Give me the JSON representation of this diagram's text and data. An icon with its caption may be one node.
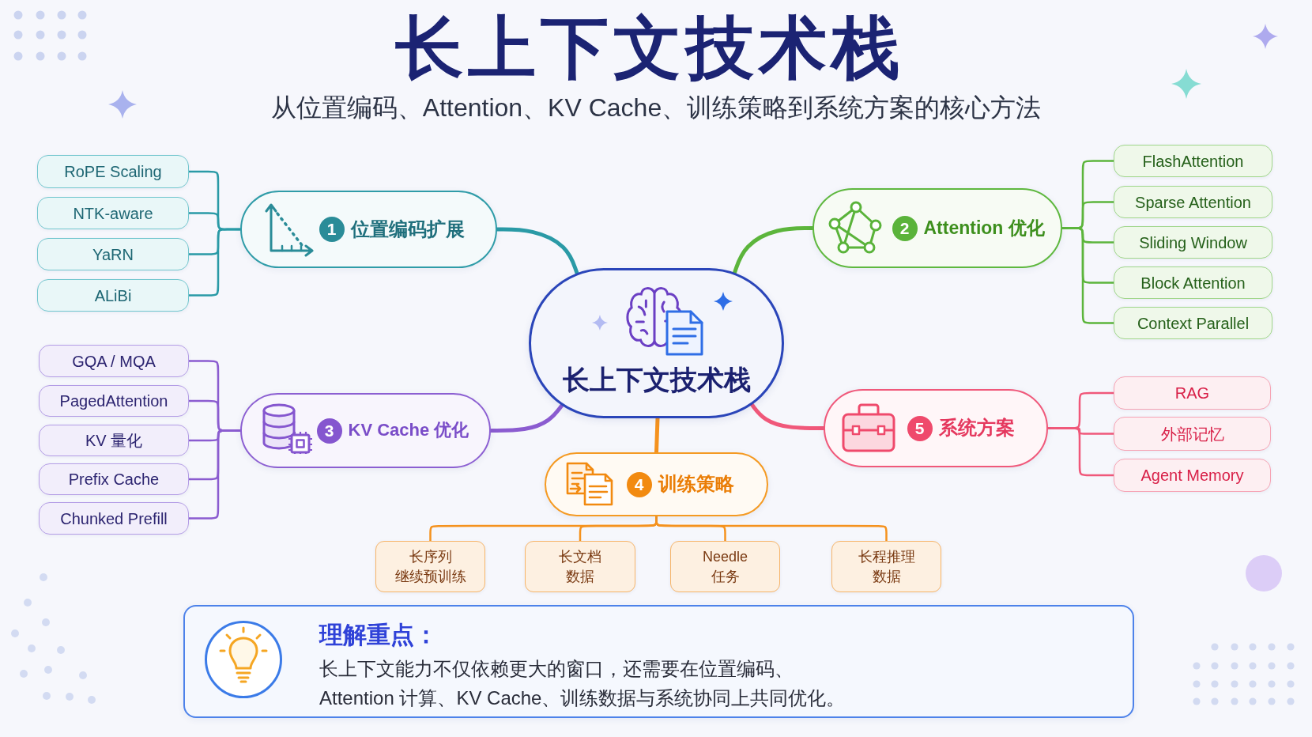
{
  "diagram": {
    "title": "长上下文技术栈",
    "nodes": [
      {
        "text": [
          "长上下文技术栈"
        ]
      },
      {
        "text": [
          "1",
          "位置编码扩展"
        ]
      },
      {
        "text": [
          "RoPE Scaling"
        ]
      },
      {
        "text": [
          "NTK-aware"
        ]
      },
      {
        "text": [
          "YaRN"
        ]
      },
      {
        "text": [
          "ALiBi"
        ]
      },
      {
        "text": [
          "2",
          "Attention 优化"
        ]
      },
      {
        "text": [
          "FlashAttention"
        ]
      },
      {
        "text": [
          "Sparse Attention"
        ]
      },
      {
        "text": [
          "Sliding Window"
        ]
      },
      {
        "text": [
          "Block Attention"
        ]
      },
      {
        "text": [
          "Context Parallel"
        ]
      },
      {
        "text": [
          "3",
          "KV Cache 优化"
        ]
      },
      {
        "text": [
          "GQA / MQA"
        ]
      },
      {
        "text": [
          "PagedAttention"
        ]
      },
      {
        "text": [
          "KV 量化"
        ]
      },
      {
        "text": [
          "Prefix Cache"
        ]
      },
      {
        "text": [
          "Chunked Prefill"
        ]
      },
      {
        "text": [
          "4",
          "训练策略"
        ]
      },
      {
        "text": [
          "长序列继续预训练"
        ]
      },
      {
        "text": [
          "长文档数据"
        ]
      },
      {
        "text": [
          "Needle 任务"
        ]
      },
      {
        "text": [
          "长程推理数据"
        ]
      },
      {
        "text": [
          "5",
          "系统方案"
        ]
      },
      {
        "text": [
          "RAG"
        ]
      },
      {
        "text": [
          "外部记忆"
        ]
      },
      {
        "text": [
          "Agent Memory"
        ]
      },
      {
        "text": [
          "理解重点：",
          "长上下文能力不仅依赖更大的窗口，还需要在位置编码、Attention 计算、KV Cache、训练数据与系统协同上共同优化。"
        ]
      }
    ],
    "edges": [
      {
        "from": 0,
        "to": 1,
        "arrow": "none",
        "style": "thick",
        "color": "#2a9aa6"
      },
      {
        "from": 1,
        "to": 2,
        "arrow": "none",
        "color": "#2a9aa6"
      },
      {
        "from": 1,
        "to": 3,
        "arrow": "none",
        "color": "#2a9aa6"
      },
      {
        "from": 1,
        "to": 4,
        "arrow": "none",
        "color": "#2a9aa6"
      },
      {
        "from": 1,
        "to": 5,
        "arrow": "none",
        "color": "#2a9aa6"
      },
      {
        "from": 0,
        "to": 6,
        "arrow": "none",
        "style": "thick",
        "color": "#5cb53c"
      },
      {
        "from": 6,
        "to": 7,
        "arrow": "none",
        "color": "#5cb53c"
      },
      {
        "from": 6,
        "to": 8,
        "arrow": "none",
        "color": "#5cb53c"
      },
      {
        "from": 6,
        "to": 9,
        "arrow": "none",
        "color": "#5cb53c"
      },
      {
        "from": 6,
        "to": 10,
        "arrow": "none",
        "color": "#5cb53c"
      },
      {
        "from": 6,
        "to": 11,
        "arrow": "none",
        "color": "#5cb53c"
      },
      {
        "from": 0,
        "to": 12,
        "arrow": "none",
        "style": "thick",
        "color": "#8b5cd0"
      },
      {
        "from": 12,
        "to": 13,
        "arrow": "none",
        "color": "#8b5cd0"
      },
      {
        "from": 12,
        "to": 14,
        "arrow": "none",
        "color": "#8b5cd0"
      },
      {
        "from": 12,
        "to": 15,
        "arrow": "none",
        "color": "#8b5cd0"
      },
      {
        "from": 12,
        "to": 16,
        "arrow": "none",
        "color": "#8b5cd0"
      },
      {
        "from": 12,
        "to": 17,
        "arrow": "none",
        "color": "#8b5cd0"
      },
      {
        "from": 0,
        "to": 18,
        "arrow": "none",
        "style": "thick",
        "color": "#f5921e"
      },
      {
        "from": 18,
        "to": 19,
        "arrow": "none",
        "color": "#f5921e"
      },
      {
        "from": 18,
        "to": 20,
        "arrow": "none",
        "color": "#f5921e"
      },
      {
        "from": 18,
        "to": 21,
        "arrow": "none",
        "color": "#f5921e"
      },
      {
        "from": 18,
        "to": 22,
        "arrow": "none",
        "color": "#f5921e"
      },
      {
        "from": 0,
        "to": 23,
        "arrow": "none",
        "style": "thick",
        "color": "#f0587a"
      },
      {
        "from": 23,
        "to": 24,
        "arrow": "none",
        "color": "#f0587a"
      },
      {
        "from": 23,
        "to": 25,
        "arrow": "none",
        "color": "#f0587a"
      },
      {
        "from": 23,
        "to": 26,
        "arrow": "none",
        "color": "#f0587a"
      }
    ],
    "labels": [
      "从位置编码、Attention、KV Cache、训练策略到系统方案的核心方法"
    ]
  }
}
